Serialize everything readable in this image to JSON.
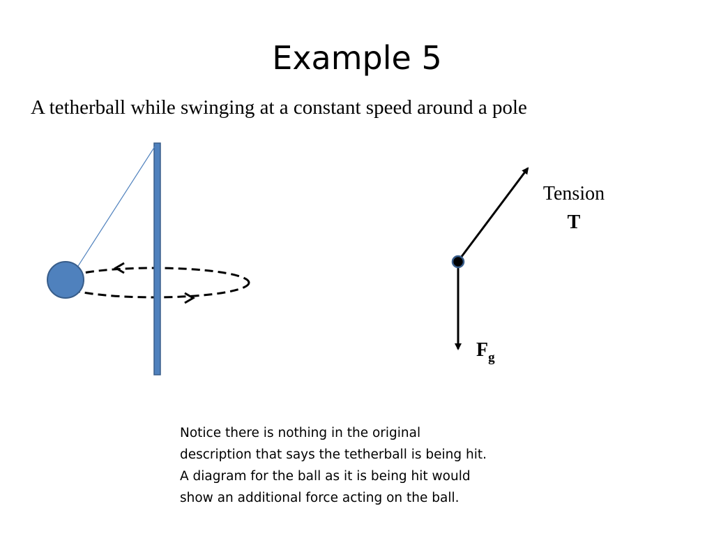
{
  "slide": {
    "title": "Example 5",
    "subtitle": "A tetherball while swinging at a constant speed around a pole"
  },
  "free_body_diagram": {
    "tension_word": "Tension",
    "tension_symbol": "T",
    "gravity_symbol": "F",
    "gravity_subscript": "g"
  },
  "note": {
    "lines": [
      "Notice there is nothing in the original",
      "description that says the tetherball is being hit.",
      "A diagram for the ball as it is being hit would",
      "show an additional force acting on the ball."
    ]
  },
  "colors": {
    "pole_fill": "#4F81BD",
    "pole_stroke": "#385D8A",
    "ball_fill": "#4F81BD",
    "ball_stroke": "#385D8A",
    "rope": "#4F81BD",
    "arrow": "#000000",
    "background": "#ffffff"
  }
}
